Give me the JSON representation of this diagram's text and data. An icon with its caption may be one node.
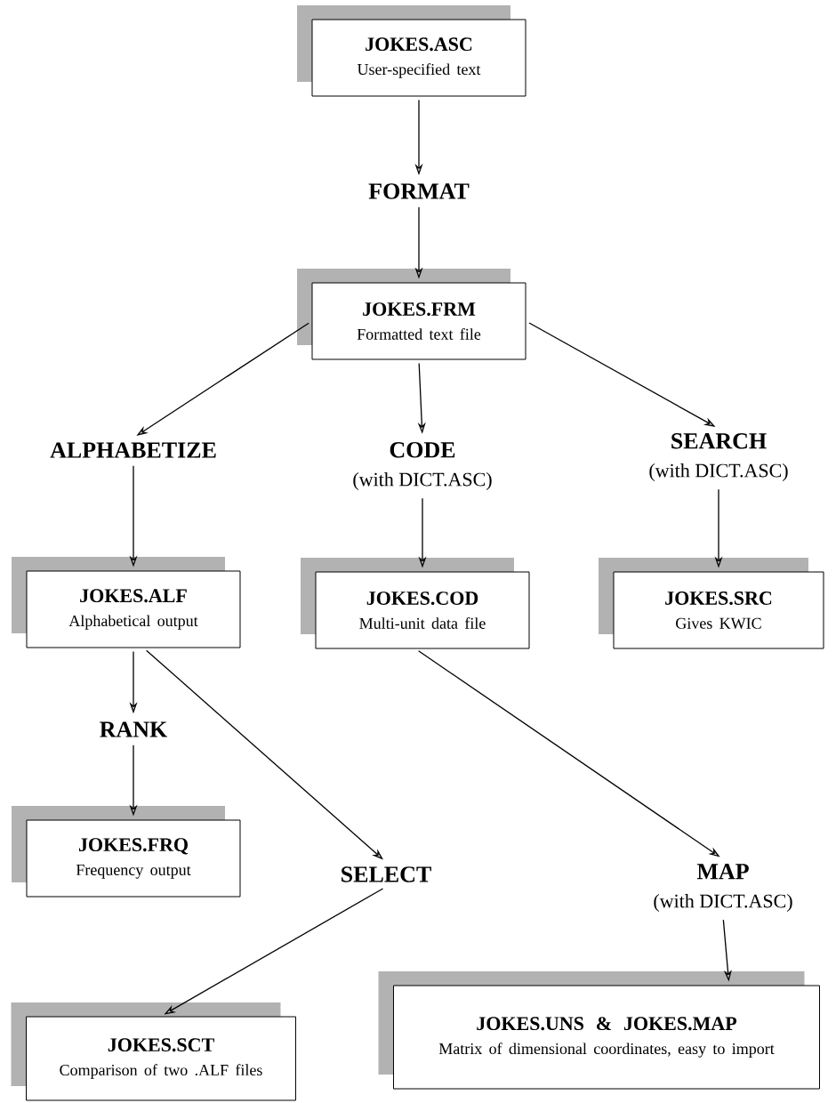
{
  "diagram": {
    "nodes": [
      {
        "text": [
          "JOKES.ASC",
          "User-specified text"
        ]
      },
      {
        "text": [
          "FORMAT"
        ]
      },
      {
        "text": [
          "JOKES.FRM",
          "Formatted text file"
        ]
      },
      {
        "text": [
          "ALPHABETIZE"
        ]
      },
      {
        "text": [
          "CODE",
          "(with DICT.ASC)"
        ]
      },
      {
        "text": [
          "SEARCH",
          "(with DICT.ASC)"
        ]
      },
      {
        "text": [
          "JOKES.ALF",
          "Alphabetical output"
        ]
      },
      {
        "text": [
          "JOKES.COD",
          "Multi-unit data file"
        ]
      },
      {
        "text": [
          "JOKES.SRC",
          "Gives KWIC"
        ]
      },
      {
        "text": [
          "RANK"
        ]
      },
      {
        "text": [
          "JOKES.FRQ",
          "Frequency output"
        ]
      },
      {
        "text": [
          "SELECT"
        ]
      },
      {
        "text": [
          "MAP",
          "(with DICT.ASC)"
        ]
      },
      {
        "text": [
          "JOKES.SCT",
          "Comparison of two .ALF files"
        ]
      },
      {
        "text": [
          "JOKES.UNS & JOKES.MAP",
          "Matrix of dimensional coordinates, easy to import"
        ]
      }
    ],
    "edges": [
      {
        "from": 0,
        "to": 1,
        "arrow": "to"
      },
      {
        "from": 1,
        "to": 2,
        "arrow": "to"
      },
      {
        "from": 2,
        "to": 3,
        "arrow": "to"
      },
      {
        "from": 2,
        "to": 4,
        "arrow": "to"
      },
      {
        "from": 2,
        "to": 5,
        "arrow": "to"
      },
      {
        "from": 3,
        "to": 6,
        "arrow": "to"
      },
      {
        "from": 4,
        "to": 7,
        "arrow": "to"
      },
      {
        "from": 5,
        "to": 8,
        "arrow": "to"
      },
      {
        "from": 6,
        "to": 9,
        "arrow": "to"
      },
      {
        "from": 9,
        "to": 10,
        "arrow": "to"
      },
      {
        "from": 6,
        "to": 11,
        "arrow": "to"
      },
      {
        "from": 7,
        "to": 12,
        "arrow": "to"
      },
      {
        "from": 11,
        "to": 13,
        "arrow": "to"
      },
      {
        "from": 12,
        "to": 14,
        "arrow": "to"
      }
    ]
  }
}
